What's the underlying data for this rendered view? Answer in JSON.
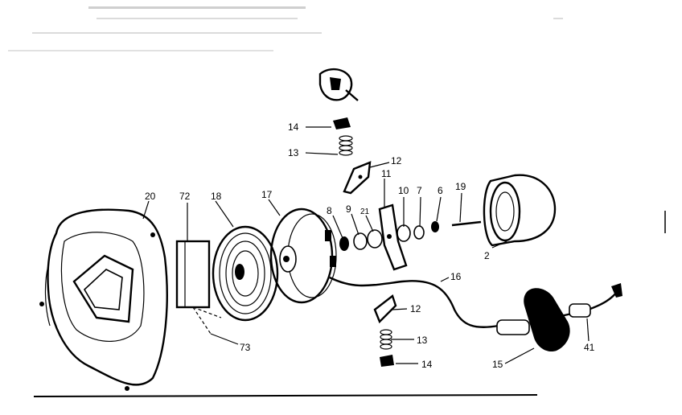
{
  "diagram": {
    "labels": {
      "p2": "2",
      "p6": "6",
      "p7": "7",
      "p8": "8",
      "p9": "9",
      "p10": "10",
      "p11": "11",
      "p12_top": "12",
      "p12_bottom": "12",
      "p13_top": "13",
      "p13_bottom": "13",
      "p14_top": "14",
      "p14_bottom": "14",
      "p15": "15",
      "p16": "16",
      "p17": "17",
      "p18": "18",
      "p19": "19",
      "p20": "20",
      "p21": "21",
      "p41": "41",
      "p72": "72",
      "p73": "73"
    }
  }
}
